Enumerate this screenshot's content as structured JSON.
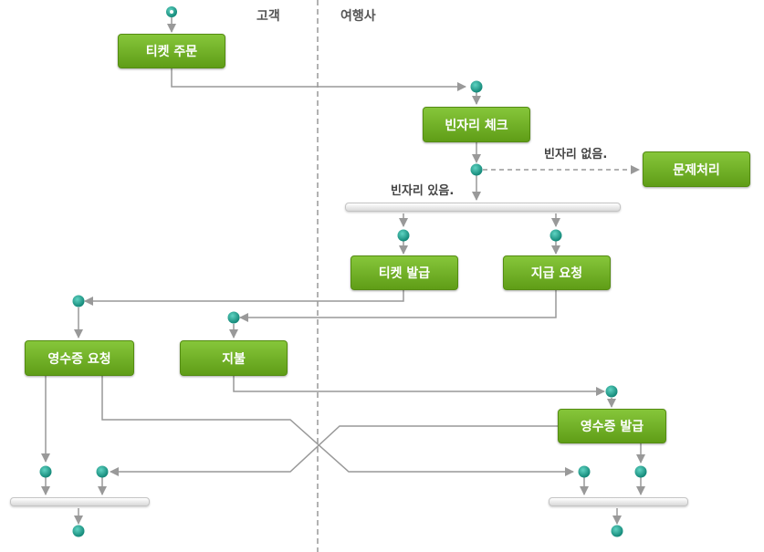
{
  "lanes": {
    "customer": "고객",
    "agency": "여행사"
  },
  "actions": {
    "order_ticket": "티켓 주문",
    "check_seats": "빈자리 체크",
    "handle_issue": "문제처리",
    "issue_ticket": "티켓 발급",
    "request_payment": "지급 요청",
    "request_receipt": "영수증 요청",
    "pay": "지불",
    "issue_receipt": "영수증 발급"
  },
  "conditions": {
    "no_seats": "빈자리 없음.",
    "seats_available": "빈자리 있음."
  },
  "colors": {
    "action_fill": "#74b42a",
    "connector": "#999999",
    "node_dot": "#1f9e8d",
    "lane_divider": "#999999"
  }
}
